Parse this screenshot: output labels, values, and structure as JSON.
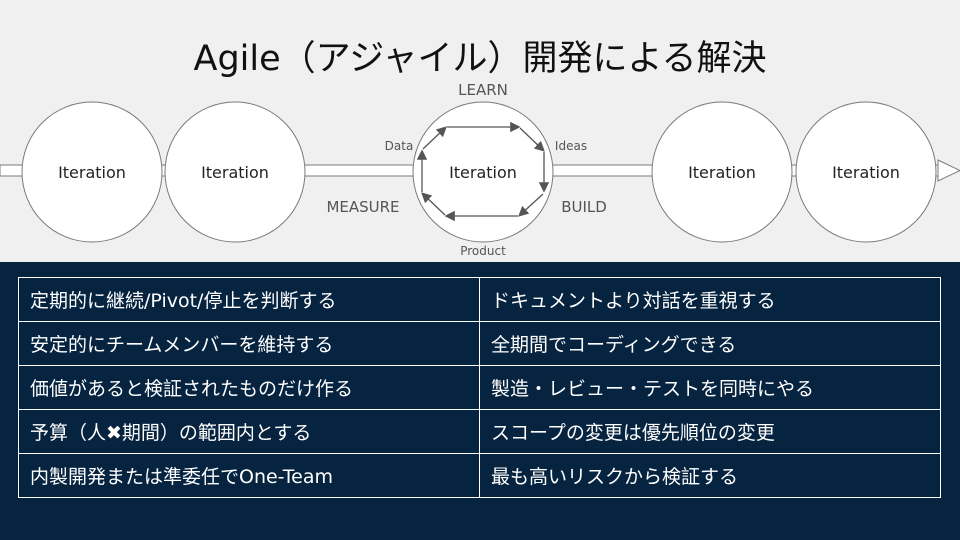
{
  "title": "Agile（アジャイル）開発による解決",
  "diagram": {
    "iteration_label": "Iteration",
    "learn_label": "LEARN",
    "measure_label": "MEASURE",
    "build_label": "BUILD",
    "data_label": "Data",
    "ideas_label": "Ideas",
    "product_label": "Product",
    "line_color": "#7a7a7a"
  },
  "table": {
    "rows": [
      [
        "定期的に継続/Pivot/停止を判断する",
        "ドキュメントより対話を重視する"
      ],
      [
        "安定的にチームメンバーを維持する",
        "全期間でコーディングできる"
      ],
      [
        "価値があると検証されたものだけ作る",
        "製造・レビュー・テストを同時にやる"
      ],
      [
        "予算（人✖期間）の範囲内とする",
        "スコープの変更は優先順位の変更"
      ],
      [
        "内製開発または準委任でOne-Team",
        "最も高いリスクから検証する"
      ]
    ]
  },
  "colors": {
    "top_background": "#f0f0f0",
    "bottom_background": "#062340",
    "table_text": "#ffffff"
  }
}
